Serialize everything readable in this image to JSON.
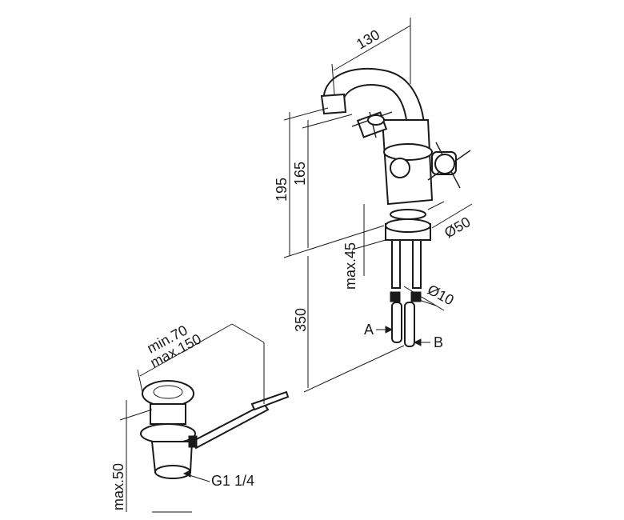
{
  "dimensions": {
    "spout_reach": "130",
    "total_height": "195",
    "spout_height": "165",
    "body_diameter": "Ø50",
    "max_deck_thickness": "max.45",
    "supply_length": "350",
    "pipe_diameter": "Ø10",
    "drain_min": "min.70",
    "drain_max": "max.150",
    "drain_height_max": "max.50",
    "drain_thread": "G1 1/4"
  },
  "labels": {
    "connection_a": "A",
    "connection_b": "B"
  },
  "colors": {
    "ink": "#1a1a1a",
    "paper": "#ffffff"
  }
}
